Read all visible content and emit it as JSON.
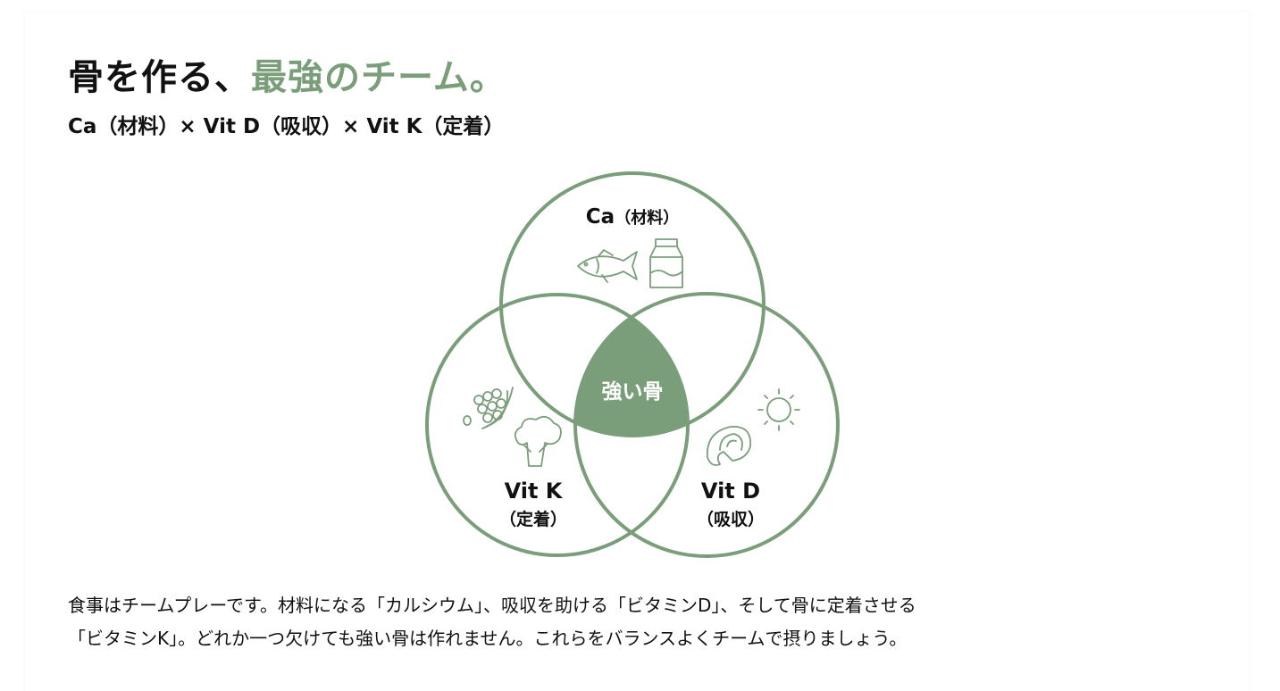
{
  "header": {
    "title_main": "骨を作る、",
    "title_accent": "最強のチーム。",
    "subtitle": "Ca（材料）× Vit D（吸収）× Vit K（定着）"
  },
  "venn": {
    "circles": [
      {
        "label": "Ca",
        "sub": "（材料）",
        "icons": [
          "fish-icon",
          "milk-carton-icon"
        ]
      },
      {
        "label": "Vit K",
        "sub": "（定着）",
        "icons": [
          "natto-icon",
          "broccoli-icon"
        ]
      },
      {
        "label": "Vit D",
        "sub": "（吸収）",
        "icons": [
          "salmon-icon",
          "sun-icon"
        ]
      }
    ],
    "center_label": "強い骨"
  },
  "description": {
    "line1": "食事はチームプレーです。材料になる「カルシウム」、吸収を助ける「ビタミンD」、そして骨に定着させる",
    "line2": "「ビタミンK」。どれか一つ欠けても強い骨は作れません。これらをバランスよくチームで摂りましょう。"
  },
  "colors": {
    "accent": "#7a9e7a",
    "text": "#111111"
  }
}
